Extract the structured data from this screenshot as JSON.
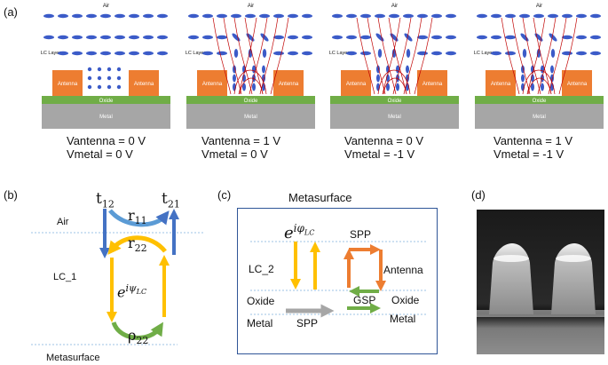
{
  "panel_a": {
    "label": "(a)",
    "air_label": "Air",
    "lc_layer_label": "LC Layer",
    "antenna_label": "Antenna",
    "oxide_label": "Oxide",
    "metal_label": "Metal",
    "conditions": [
      {
        "antenna": "Vantenna = 0 V",
        "metal": "Vmetal = 0 V"
      },
      {
        "antenna": "Vantenna = 1 V",
        "metal": "Vmetal = 0 V"
      },
      {
        "antenna": "Vantenna = 0 V",
        "metal": "Vmetal = -1 V"
      },
      {
        "antenna": "Vantenna = 1 V",
        "metal": "Vmetal = -1 V"
      }
    ],
    "colors": {
      "lc": "#3b5bc8",
      "antenna": "#ed7d31",
      "oxide": "#70ad47",
      "metal": "#a6a6a6",
      "field": "#c00000"
    }
  },
  "panel_b": {
    "label": "(b)",
    "air_label": "Air",
    "lc_label": "LC_1",
    "metasurface_label": "Metasurface",
    "t12": {
      "base": "t",
      "sub": "12"
    },
    "t21": {
      "base": "t",
      "sub": "21"
    },
    "r11": {
      "base": "r",
      "sub": "11"
    },
    "r22": {
      "base": "r",
      "sub": "22"
    },
    "rho22": {
      "base": "ρ",
      "sub": "22"
    },
    "phase": {
      "base": "e",
      "sup": "iψ",
      "sup_sub": "LC"
    }
  },
  "panel_c": {
    "label": "(c)",
    "title": "Metasurface",
    "lc_label": "LC_2",
    "oxide_label": "Oxide",
    "metal_label": "Metal",
    "spp_top": "SPP",
    "antenna_label": "Antenna",
    "gsp_label": "GSP",
    "oxide_label_right": "Oxide",
    "metal_label_right": "Metal",
    "spp_bottom": "SPP",
    "phase": {
      "base": "e",
      "sup": "iφ",
      "sup_sub": "LC"
    }
  },
  "panel_d": {
    "label": "(d)"
  }
}
